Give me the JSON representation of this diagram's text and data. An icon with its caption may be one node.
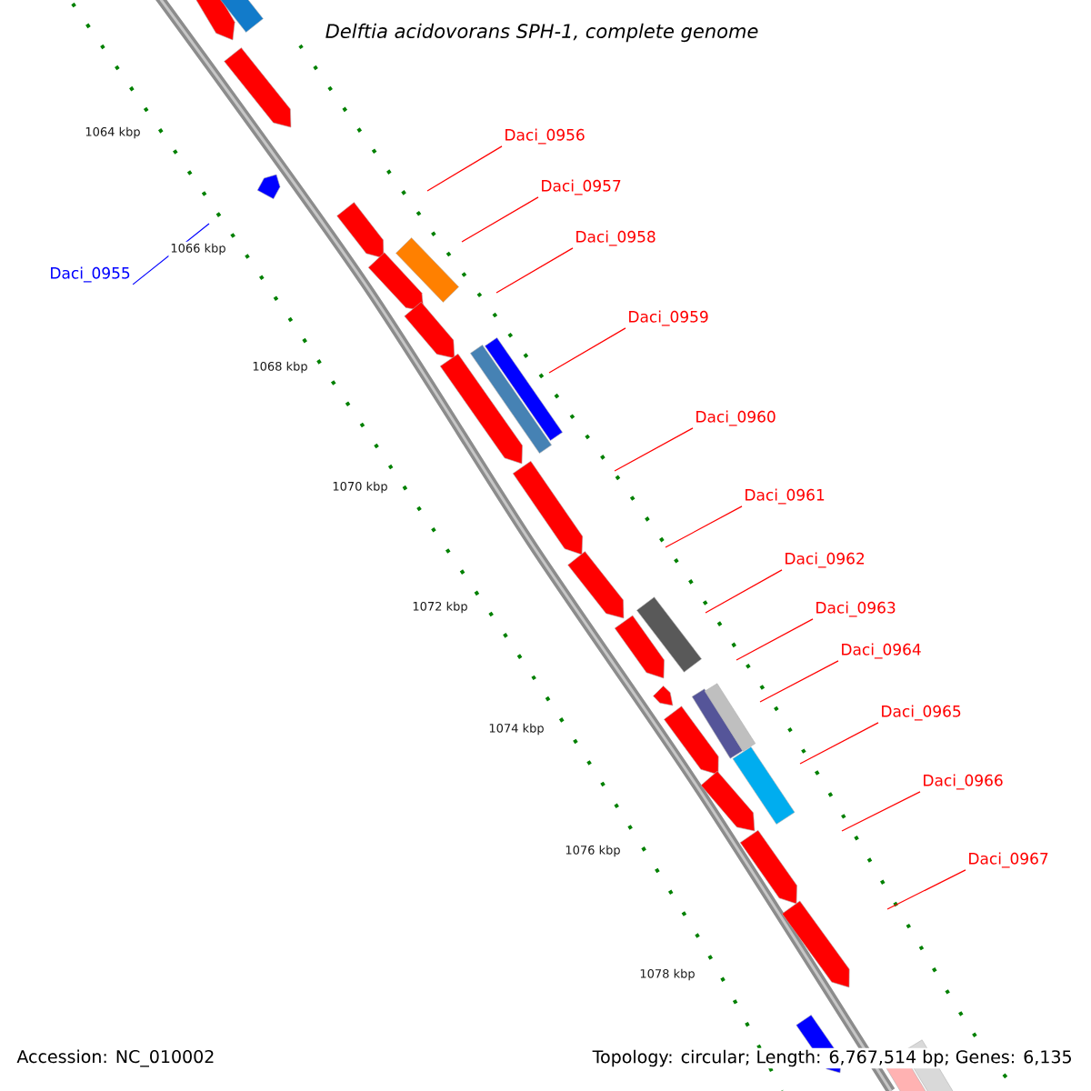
{
  "diagram": {
    "title": "Delftia acidovorans SPH-1, complete genome",
    "nodes": [
      {
        "text": [
          "Daci_0955"
        ]
      },
      {
        "text": [
          "Daci_0956"
        ]
      },
      {
        "text": [
          "Daci_0957"
        ]
      },
      {
        "text": [
          "Daci_0958"
        ]
      },
      {
        "text": [
          "Daci_0959"
        ]
      },
      {
        "text": [
          "Daci_0960"
        ]
      },
      {
        "text": [
          "Daci_0961"
        ]
      },
      {
        "text": [
          "Daci_0962"
        ]
      },
      {
        "text": [
          "Daci_0963"
        ]
      },
      {
        "text": [
          "Daci_0964"
        ]
      },
      {
        "text": [
          "Daci_0965"
        ]
      },
      {
        "text": [
          "Daci_0966"
        ]
      },
      {
        "text": [
          "Daci_0967"
        ]
      }
    ],
    "edges": [
      {
        "from": 0,
        "to": null,
        "arrow": "none",
        "color": "#0000ff"
      },
      {
        "from": 1,
        "to": null,
        "arrow": "none"
      },
      {
        "from": 2,
        "to": null,
        "arrow": "none"
      },
      {
        "from": 3,
        "to": null,
        "arrow": "none"
      },
      {
        "from": 4,
        "to": null,
        "arrow": "none"
      },
      {
        "from": 5,
        "to": null,
        "arrow": "none"
      },
      {
        "from": 6,
        "to": null,
        "arrow": "none"
      },
      {
        "from": 7,
        "to": null,
        "arrow": "none"
      },
      {
        "from": 8,
        "to": null,
        "arrow": "none"
      },
      {
        "from": 9,
        "to": null,
        "arrow": "none"
      },
      {
        "from": 10,
        "to": null,
        "arrow": "none"
      },
      {
        "from": 11,
        "to": null,
        "arrow": "none"
      },
      {
        "from": 12,
        "to": null,
        "arrow": "none"
      }
    ],
    "labels": [
      "1064 kbp",
      "1066 kbp",
      "1068 kbp",
      "1070 kbp",
      "1072 kbp",
      "1074 kbp",
      "1076 kbp",
      "1078 kbp",
      "Accession: NC_010002",
      "Topology: circular; Length: 6,767,514 bp; Genes: 6,135"
    ]
  }
}
